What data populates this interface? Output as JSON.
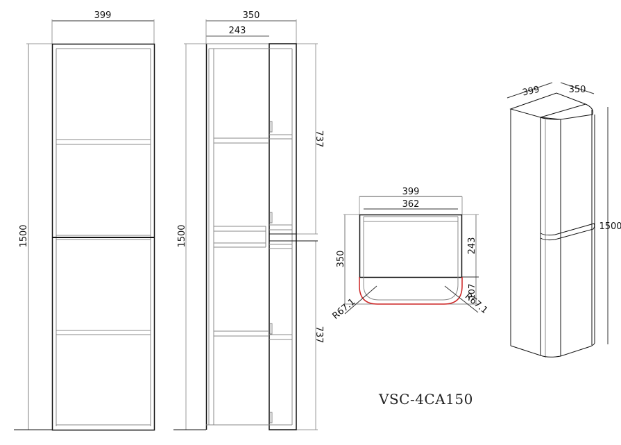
{
  "drawing": {
    "model_code": "VSC-4CA150",
    "colors": {
      "outline": "#111111",
      "inner_line": "#888888",
      "dimension_line": "#555555",
      "highlight_curve": "#cc2222",
      "background": "#ffffff"
    }
  },
  "views": {
    "front": {
      "label": "front-view",
      "dims": {
        "width": "399",
        "height": "1500"
      }
    },
    "side": {
      "label": "side-section-view",
      "dims": {
        "depth": "350",
        "inner_depth": "243",
        "upper_height": "737",
        "lower_height": "737",
        "height": "1500"
      }
    },
    "plan": {
      "label": "plan-view",
      "dims": {
        "width": "399",
        "inner_width": "362",
        "depth": "350",
        "inner_depth": "243",
        "front_depth": "107",
        "radius_left": "R67.1",
        "radius_right": "R67.1"
      }
    },
    "iso": {
      "label": "isometric-view",
      "dims": {
        "width": "399",
        "depth": "350",
        "height": "1500"
      }
    }
  }
}
